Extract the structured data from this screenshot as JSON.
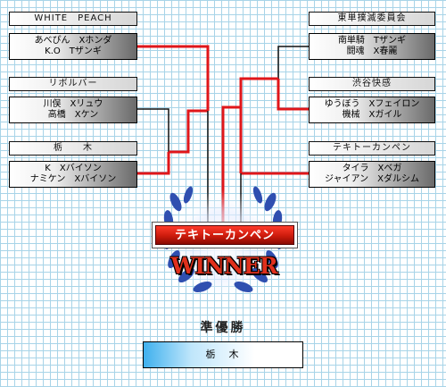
{
  "teams": [
    {
      "id": "white-peach",
      "name": "WHITE　PEACH",
      "line1": "あべぴん　Xホンダ",
      "line2": "K.O　Tザンギ"
    },
    {
      "id": "revolver",
      "name": "リボルバー",
      "line1": "川俣　Xリュウ",
      "line2": "高橋　Xケン"
    },
    {
      "id": "tochigi",
      "name": "栃　　木",
      "line1": "K　Xバイソン",
      "line2": "ナミケン　Xバイソン"
    },
    {
      "id": "tokan",
      "name": "東単撲滅委員会",
      "line1": "南単騎　Tザンギ",
      "line2": "闘魂　X春麗"
    },
    {
      "id": "shibuya",
      "name": "渋谷快感",
      "line1": "ゆうぼう　Xフェイロン",
      "line2": "機械　Xガイル"
    },
    {
      "id": "tekito",
      "name": "テキトーカンペン",
      "line1": "タイラ　Xベガ",
      "line2": "ジャイアン　Xダルシム"
    }
  ],
  "champion": {
    "label": "テキトーカンペン"
  },
  "winner_label": "WINNER",
  "runner_up": {
    "title": "準優勝",
    "name": "栃　木"
  },
  "colors": {
    "advance_line": "#e0161a",
    "normal_line": "#111111",
    "wreath": "#2f4fb0"
  }
}
